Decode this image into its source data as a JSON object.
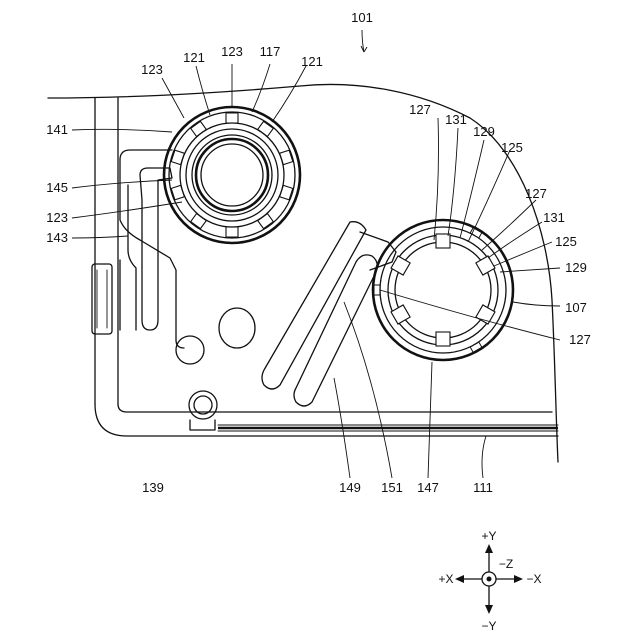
{
  "figure": {
    "assembly_ref": "101",
    "labels": {
      "l121a": "121",
      "l123a": "123",
      "l117": "117",
      "l121b": "121",
      "l123b": "123",
      "l141": "141",
      "l145": "145",
      "l123c": "123",
      "l143": "143",
      "l127a": "127",
      "l131a": "131",
      "l129a": "129",
      "l125a": "125",
      "l127b": "127",
      "l131b": "131",
      "l125b": "125",
      "l129b": "129",
      "l107": "107",
      "l127c": "127",
      "l139": "139",
      "l149": "149",
      "l151": "151",
      "l147": "147",
      "l111": "111"
    }
  },
  "axes": {
    "plus_y": "+Y",
    "minus_y": "−Y",
    "plus_x": "+X",
    "minus_x": "−X",
    "minus_z": "−Z"
  }
}
